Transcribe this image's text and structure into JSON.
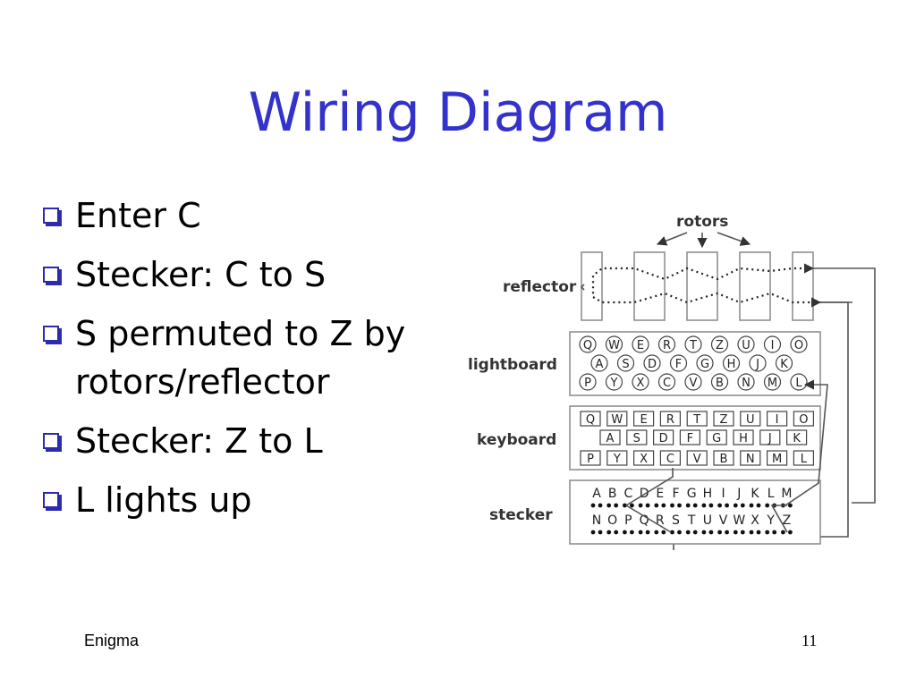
{
  "slide": {
    "title": "Wiring Diagram",
    "bullets": [
      "Enter C",
      "Stecker: C to S",
      "S permuted to Z by rotors/reflector",
      "Stecker: Z to L",
      "L lights up"
    ],
    "footer_left": "Enigma",
    "page_number": "11"
  },
  "diagram": {
    "labels": {
      "rotors": "rotors",
      "reflector": "reflector",
      "lightboard": "lightboard",
      "keyboard": "keyboard",
      "stecker": "stecker"
    },
    "lightboard_rows": [
      [
        "Q",
        "W",
        "E",
        "R",
        "T",
        "Z",
        "U",
        "I",
        "O"
      ],
      [
        "A",
        "S",
        "D",
        "F",
        "G",
        "H",
        "J",
        "K"
      ],
      [
        "P",
        "Y",
        "X",
        "C",
        "V",
        "B",
        "N",
        "M",
        "L"
      ]
    ],
    "keyboard_rows": [
      [
        "Q",
        "W",
        "E",
        "R",
        "T",
        "Z",
        "U",
        "I",
        "O"
      ],
      [
        "A",
        "S",
        "D",
        "F",
        "G",
        "H",
        "J",
        "K"
      ],
      [
        "P",
        "Y",
        "X",
        "C",
        "V",
        "B",
        "N",
        "M",
        "L"
      ]
    ],
    "stecker_rows": [
      [
        "A",
        "B",
        "C",
        "D",
        "E",
        "F",
        "G",
        "H",
        "I",
        "J",
        "K",
        "L",
        "M"
      ],
      [
        "N",
        "O",
        "P",
        "Q",
        "R",
        "S",
        "T",
        "U",
        "V",
        "W",
        "X",
        "Y",
        "Z"
      ]
    ],
    "colors": {
      "title": "#3333cc",
      "bullet": "#2b2bb0"
    }
  }
}
